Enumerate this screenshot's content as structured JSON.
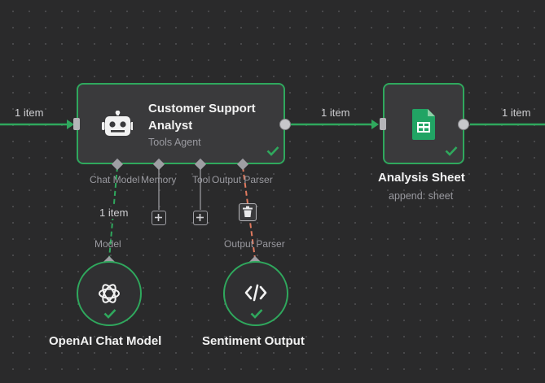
{
  "nodes": {
    "agent": {
      "title_line1": "Customer Support",
      "title_line2": "Analyst",
      "subtitle": "Tools Agent"
    },
    "sheet": {
      "title": "Analysis Sheet",
      "subtitle": "append: sheet"
    },
    "openai": {
      "title": "OpenAI Chat Model"
    },
    "parser": {
      "title": "Sentiment Output"
    }
  },
  "edges": {
    "incoming_label": "1 item",
    "agent_to_sheet_label": "1 item",
    "sheet_out_label": "1 item",
    "model_link_label": "1 item"
  },
  "ports": {
    "chat_model": "Chat Model",
    "memory": "Memory",
    "tool": "Tool",
    "output_parser": "Output Parser",
    "model_input": "Model",
    "parser_input": "Output Parser"
  },
  "colors": {
    "success": "#2fa85d",
    "parser_link": "#e07a5f",
    "sheets_green": "#21a464"
  },
  "icons": {
    "agent": "robot-icon",
    "sheet": "google-sheets-icon",
    "openai": "openai-logo-icon",
    "parser": "code-brackets-icon",
    "add": "plus-icon",
    "delete": "trash-icon",
    "status": "checkmark-icon"
  }
}
